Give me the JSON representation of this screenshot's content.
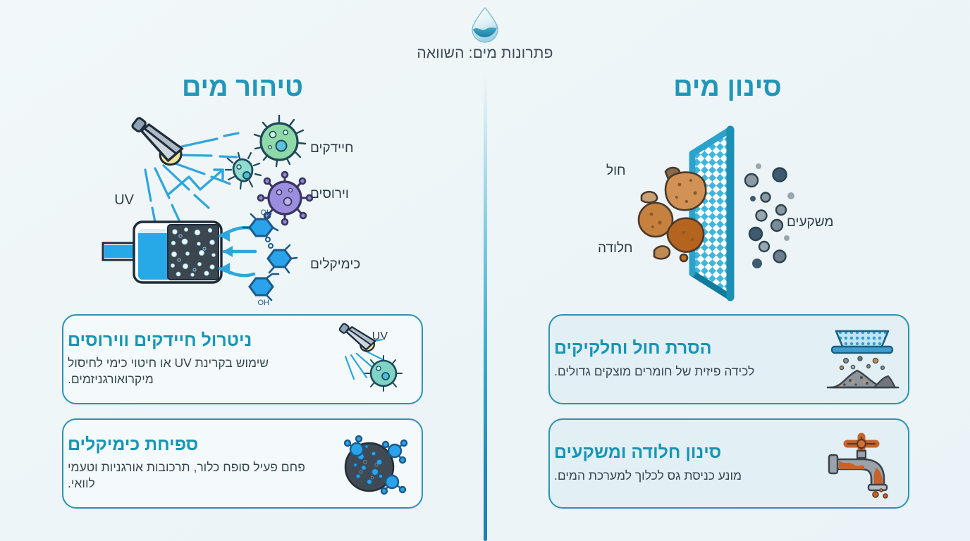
{
  "header": {
    "logo_icon": "water-drop-icon",
    "title": "פתרונות מים: השוואה"
  },
  "columns": {
    "left": {
      "title": "טיהור מים"
    },
    "right": {
      "title": "סינון מים"
    }
  },
  "illustration_left": {
    "uv_label": "UV",
    "labels": {
      "bacteria": "חיידקים",
      "viruses": "וירוסים",
      "chemicals": "כימיקלים"
    }
  },
  "illustration_right": {
    "labels": {
      "sand": "חול",
      "rust": "חלודה",
      "sediments": "משקעים"
    }
  },
  "cards": [
    {
      "id": "card-1",
      "side": "left",
      "icon": "uv-lamp-virus-icon",
      "title": "ניטרול חיידקים ווירוסים",
      "desc": "שימוש בקרינת UV או חיטוי כימי לחיסול מיקרואורגניזמים."
    },
    {
      "id": "card-2",
      "side": "left",
      "icon": "activated-carbon-icon",
      "title": "ספיחת כימיקלים",
      "desc": "פחם פעיל סופח כלור, תרכובות אורגניות וטעמי לוואי."
    },
    {
      "id": "card-3",
      "side": "right",
      "icon": "sieve-sand-icon",
      "title": "הסרת חול וחלקיקים",
      "desc": "לכידה פיזית של חומרים מוצקים גדולים."
    },
    {
      "id": "card-4",
      "side": "right",
      "icon": "rusty-faucet-icon",
      "title": "סינון חלודה ומשקעים",
      "desc": "מונע כניסת גס לכלוך למערכת המים."
    }
  ],
  "colors": {
    "accent_teal": "#1795b5",
    "title_teal": "#2196b8",
    "border_teal": "#2d93b0",
    "card_left_bg": "#f4fafb",
    "card_right_bg": "#e2eff5",
    "page_bg": "#eef5f8",
    "ray_blue": "#2ea6dc",
    "rust_orange": "#c7622b",
    "sand_brown": "#c98a50",
    "virus_purple": "#9b8ede",
    "bacteria_green": "#8fd9a8",
    "carbon_dark": "#3b464f"
  }
}
